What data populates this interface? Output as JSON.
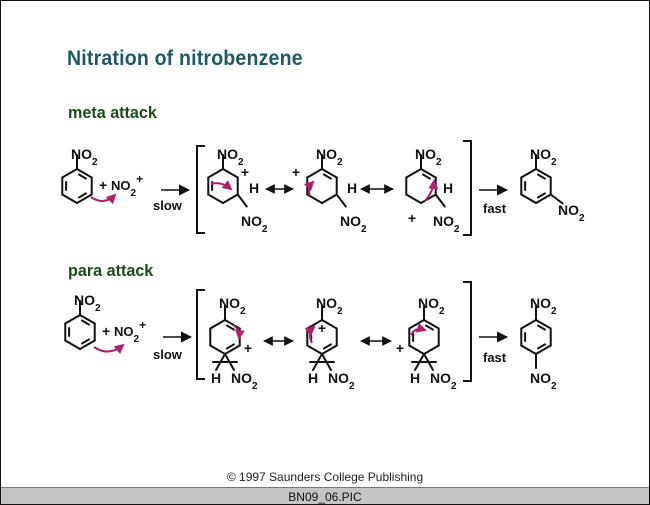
{
  "title": "Nitration of nitrobenzene",
  "meta_heading": "meta attack",
  "para_heading": "para attack",
  "nitro_group": "NO",
  "subscript_two": "2",
  "plus_sign": "+",
  "hydrogen": "H",
  "slow_label": "slow",
  "fast_label": "fast",
  "copyright": "© 1997 Saunders College Publishing",
  "status_filename": "BN09_06.PIC",
  "colors": {
    "title": "#1f5868",
    "meta_heading": "#1d4a1d",
    "para_heading": "#1d4a1d",
    "curved_arrow": "#b0206a",
    "status_bar": "#c4c4c4"
  }
}
